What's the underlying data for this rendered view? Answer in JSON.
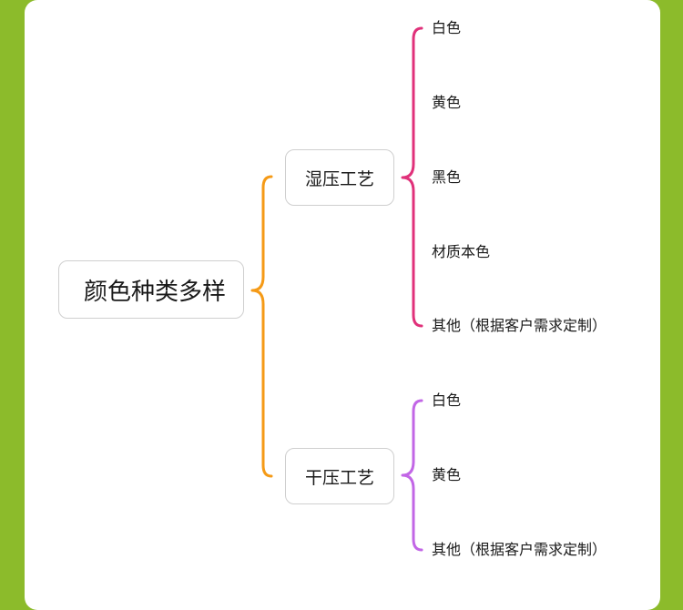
{
  "root": {
    "label": "颜色种类多样"
  },
  "branches": [
    {
      "label": "湿压工艺",
      "color": "#e0317a",
      "leaves": [
        "白色",
        "黄色",
        "黑色",
        "材质本色",
        "其他（根据客户需求定制）"
      ]
    },
    {
      "label": "干压工艺",
      "color": "#c266e6",
      "leaves": [
        "白色",
        "黄色",
        "其他（根据客户需求定制）"
      ]
    }
  ],
  "colors": {
    "background": "#8cbb2b",
    "root_connector": "#f59a16",
    "node_border": "#cfcfcf"
  }
}
